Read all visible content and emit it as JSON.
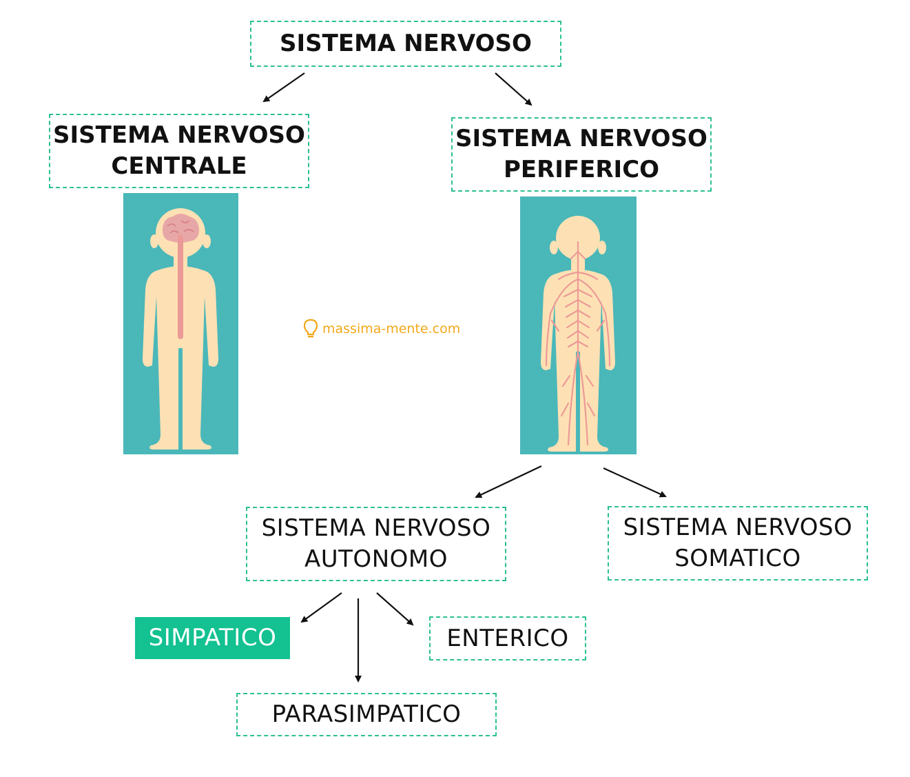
{
  "root": {
    "label": "SISTEMA NERVOSO"
  },
  "central": {
    "line1": "SISTEMA NERVOSO",
    "line2": "CENTRALE"
  },
  "peripheral": {
    "line1": "SISTEMA NERVOSO",
    "line2": "PERIFERICO"
  },
  "autonomic": {
    "line1": "SISTEMA NERVOSO",
    "line2": "AUTONOMO"
  },
  "somatic": {
    "line1": "SISTEMA NERVOSO",
    "line2": "SOMATICO"
  },
  "sympathetic": {
    "label": "SIMPATICO"
  },
  "enteric": {
    "label": "ENTERICO"
  },
  "parasympathetic": {
    "label": "PARASIMPATICO"
  },
  "watermark": {
    "text": "massima-mente.com",
    "icon": "lightbulb-icon"
  },
  "colors": {
    "border": "#2bbf94",
    "highlight": "#13c191",
    "panel": "#4ab7b9",
    "skin": "#fde1b4",
    "nerve": "#ec9a97",
    "brand": "#f3a81b"
  }
}
